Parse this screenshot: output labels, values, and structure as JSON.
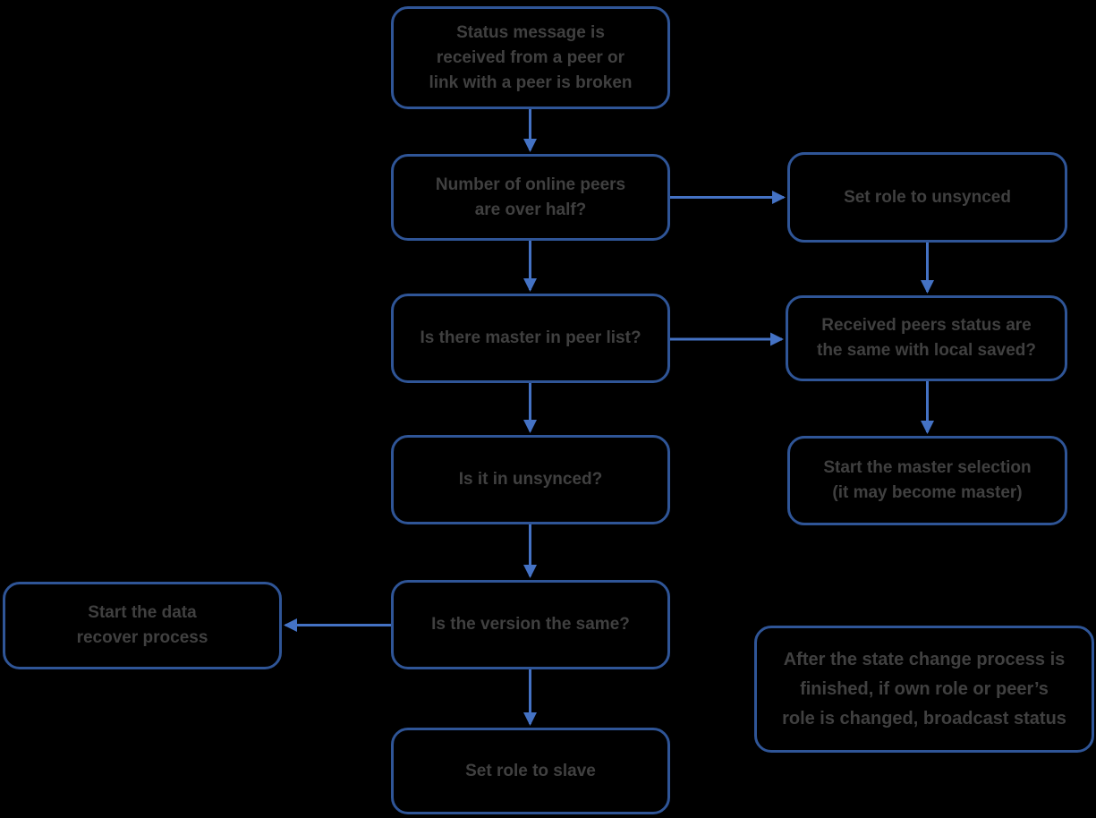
{
  "diagram": {
    "type": "flowchart",
    "background_color": "#000000",
    "node_border_color": "#2f5597",
    "arrow_color": "#4472c4",
    "text_color": "#404040",
    "nodes": {
      "status_received": {
        "label": "Status message is\nreceived from a peer or\nlink with a peer is broken"
      },
      "online_peers_over_half": {
        "label": "Number of online peers\nare over half?"
      },
      "set_role_unsynced": {
        "label": "Set role to unsynced"
      },
      "master_in_peer_list": {
        "label": "Is there master in peer list?"
      },
      "received_status_same": {
        "label": "Received peers status are\nthe same with local saved?"
      },
      "is_it_in_unsynced": {
        "label": "Is it in unsynced?"
      },
      "start_master_selection": {
        "label": "Start the master selection\n(it may become master)"
      },
      "is_version_same": {
        "label": "Is the version the same?"
      },
      "start_data_recover": {
        "label": "Start the data\nrecover process"
      },
      "set_role_slave": {
        "label": "Set role to slave"
      },
      "broadcast_note": {
        "label": "After the state change process is\nfinished, if own role or peer’s\nrole is changed, broadcast status"
      }
    },
    "edges": [
      {
        "from": "status_received",
        "to": "online_peers_over_half",
        "direction": "down"
      },
      {
        "from": "online_peers_over_half",
        "to": "set_role_unsynced",
        "direction": "right"
      },
      {
        "from": "online_peers_over_half",
        "to": "master_in_peer_list",
        "direction": "down"
      },
      {
        "from": "set_role_unsynced",
        "to": "received_status_same",
        "direction": "down"
      },
      {
        "from": "master_in_peer_list",
        "to": "received_status_same",
        "direction": "right"
      },
      {
        "from": "master_in_peer_list",
        "to": "is_it_in_unsynced",
        "direction": "down"
      },
      {
        "from": "received_status_same",
        "to": "start_master_selection",
        "direction": "down"
      },
      {
        "from": "is_it_in_unsynced",
        "to": "is_version_same",
        "direction": "down"
      },
      {
        "from": "is_version_same",
        "to": "start_data_recover",
        "direction": "left"
      },
      {
        "from": "is_version_same",
        "to": "set_role_slave",
        "direction": "down"
      }
    ]
  }
}
